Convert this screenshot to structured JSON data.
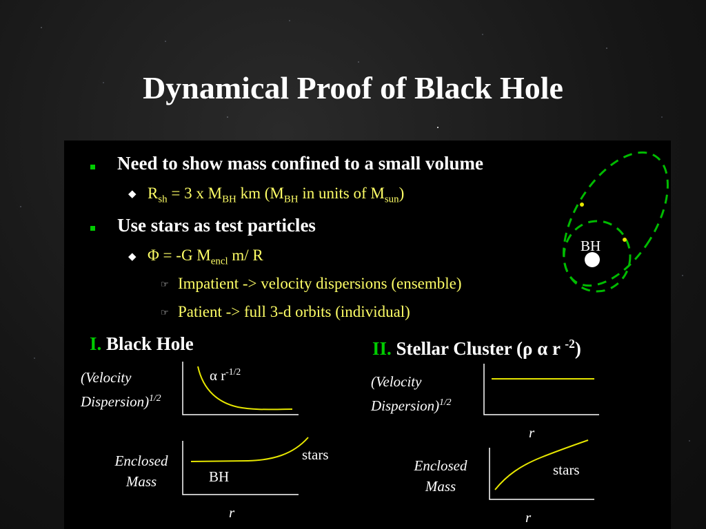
{
  "slide": {
    "title": "Dynamical Proof of Black Hole",
    "bullets": {
      "b1": "Need to show mass confined to a small volume",
      "b1_sub": {
        "r": "R",
        "r_sub": "sh",
        "mid": " = 3 x M",
        "m_sub": "BH",
        "km": " km   (M",
        "m2_sub": "BH",
        "units": " in units of M",
        "sun_sub": "sun",
        "close": ")"
      },
      "b2": "Use stars as test particles",
      "b2_sub": {
        "phi": "Φ = -G M",
        "encl_sub": "encl",
        "rest": " m/ R"
      },
      "b2_items": [
        "Impatient -> velocity dispersions (ensemble)",
        "Patient -> full 3-d orbits (individual)"
      ]
    },
    "orbit": {
      "bh_label": "BH"
    },
    "section1": {
      "num": "I.",
      "title": " Black Hole",
      "vel_line1": "(Velocity",
      "vel_line2": "Dispersion)",
      "vel_sup": "1/2",
      "alpha": "α r",
      "alpha_sup": "-1/2",
      "enc_line1": "Enclosed",
      "enc_line2": "Mass",
      "stars": "stars",
      "bh": "BH",
      "r": "r"
    },
    "section2": {
      "num": "II.",
      "title_a": " Stellar Cluster (",
      "rho": "ρ α r ",
      "sup": "-2",
      "title_b": ")",
      "vel_line1": "(Velocity",
      "vel_line2": "Dispersion)",
      "vel_sup": "1/2",
      "r_top": "r",
      "enc_line1": "Enclosed",
      "enc_line2": "Mass",
      "stars": "stars",
      "r": "r"
    },
    "colors": {
      "accent_green": "#00cc00",
      "text_yellow": "#ffff66",
      "curve_yellow": "#e6e600",
      "orbit_green": "#00bb00"
    }
  }
}
